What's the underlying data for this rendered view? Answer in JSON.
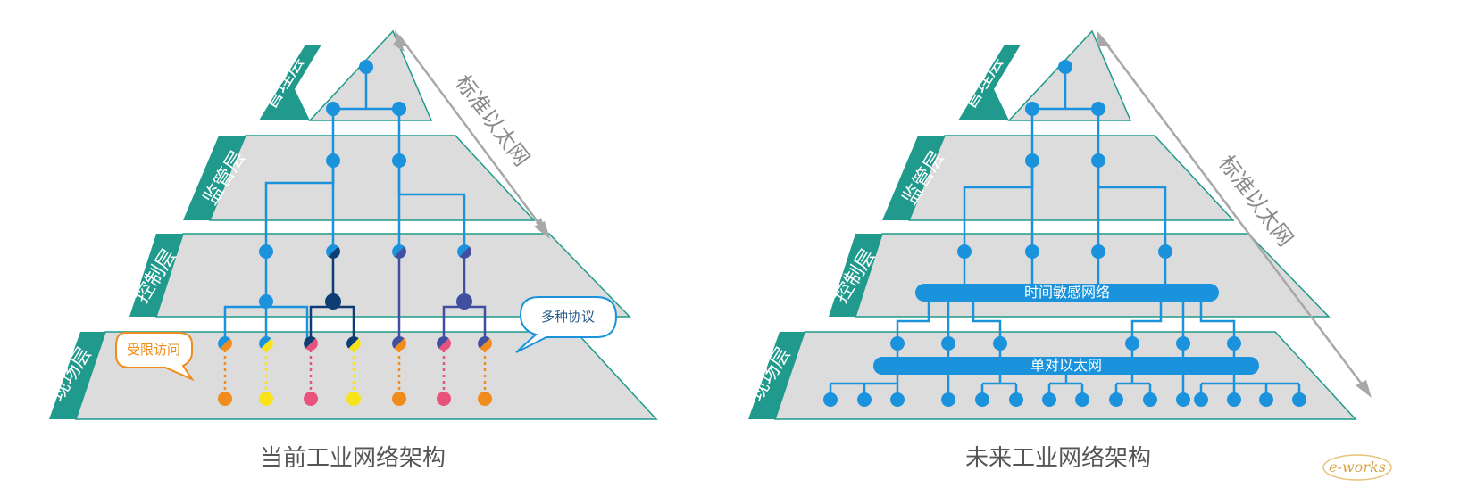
{
  "colors": {
    "teal": "#1f9a8c",
    "layer_fill": "#dcdcdc",
    "layer_stroke": "#1f9a8c",
    "node_blue": "#1a93dc",
    "bus_blue": "#1a93dc",
    "dark_navy": "#0d3d73",
    "purple": "#414fa1",
    "orange": "#ef8c1c",
    "yellow": "#f7e21c",
    "pink": "#e8537c",
    "arrow_gray": "#a8a8a8"
  },
  "left": {
    "layers": [
      "管理层",
      "监管层",
      "控制层",
      "现场层"
    ],
    "arrow_label": "标准以太网",
    "restricted_bubble": "受限访问",
    "protocols_bubble": "多种协议",
    "caption": "当前工业网络架构",
    "field_device_colors": [
      "orange",
      "yellow",
      "pink",
      "yellow",
      "orange",
      "pink",
      "orange"
    ]
  },
  "right": {
    "layers": [
      "管理层",
      "监管层",
      "控制层",
      "现场层"
    ],
    "arrow_label": "标准以太网",
    "tsn_bus": "时间敏感网络",
    "spe_bus": "单对以太网",
    "caption": "未来工业网络架构"
  },
  "logo": "e-works"
}
